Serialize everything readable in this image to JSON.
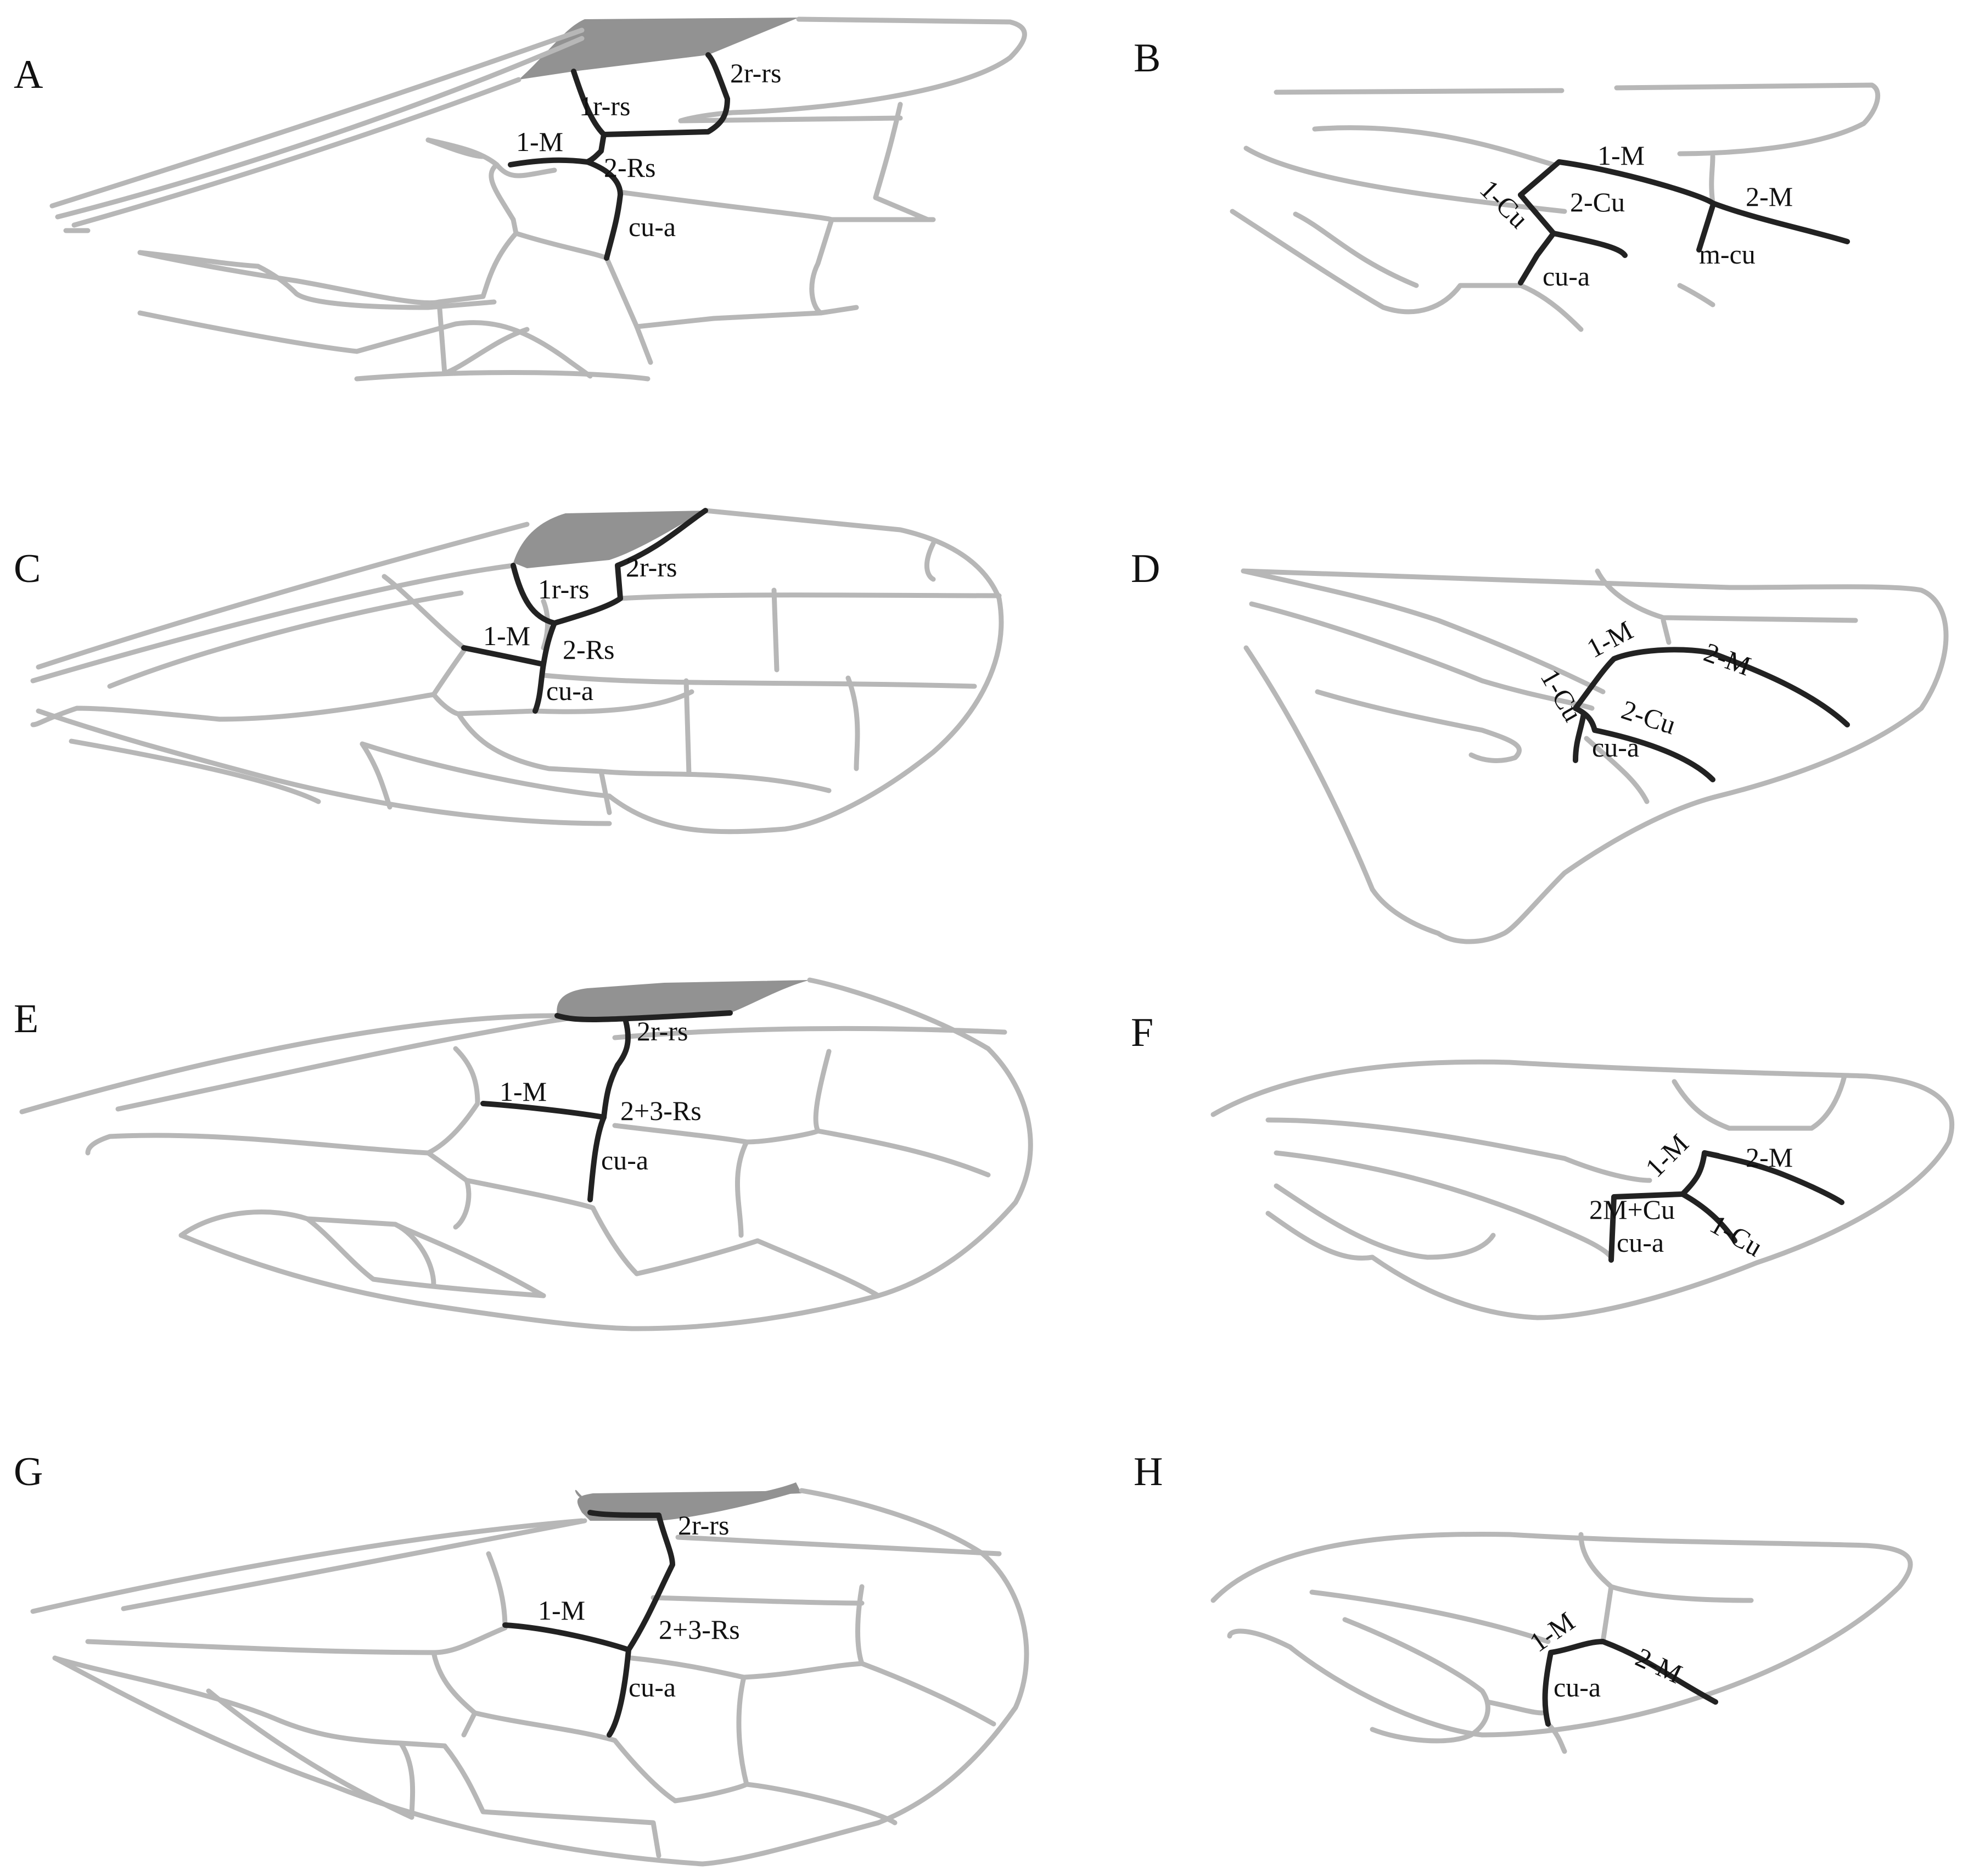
{
  "colors": {
    "background": "#ffffff",
    "vein": "#b7b7b7",
    "highlighted_vein": "#222222",
    "pterostigma": "#929292",
    "text": "#111111"
  },
  "panels": {
    "A": {
      "letter": "A",
      "labels": [
        "1r-rs",
        "2r-rs",
        "1-M",
        "2-Rs",
        "cu-a"
      ]
    },
    "B": {
      "letter": "B",
      "labels": [
        "1-M",
        "2-M",
        "1-Cu",
        "2-Cu",
        "cu-a",
        "m-cu"
      ]
    },
    "C": {
      "letter": "C",
      "labels": [
        "1r-rs",
        "2r-rs",
        "1-M",
        "2-Rs",
        "cu-a"
      ]
    },
    "D": {
      "letter": "D",
      "labels": [
        "1-M",
        "2-M",
        "1-Cu",
        "2-Cu",
        "cu-a"
      ]
    },
    "E": {
      "letter": "E",
      "labels": [
        "2r-rs",
        "1-M",
        "2+3-Rs",
        "cu-a"
      ]
    },
    "F": {
      "letter": "F",
      "labels": [
        "1-M",
        "2-M",
        "2M+Cu",
        "1-Cu",
        "cu-a"
      ]
    },
    "G": {
      "letter": "G",
      "labels": [
        "2r-rs",
        "1-M",
        "2+3-Rs",
        "cu-a"
      ]
    },
    "H": {
      "letter": "H",
      "labels": [
        "1-M",
        "2-M",
        "cu-a"
      ]
    }
  }
}
